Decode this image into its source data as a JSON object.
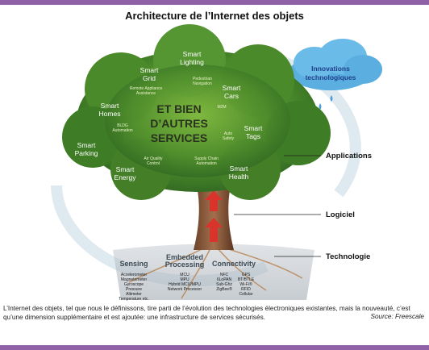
{
  "title": "Architecture de l’Internet des objets",
  "cloud_title_1": "Innovations",
  "cloud_title_2": "technologiques",
  "center_text": [
    "ET BIEN",
    "D’AUTRES",
    "SERVICES"
  ],
  "smart_items": [
    {
      "line1": "Smart",
      "line2": "Lighting"
    },
    {
      "line1": "Smart",
      "line2": "Grid"
    },
    {
      "line1": "Smart",
      "line2": "Cars"
    },
    {
      "line1": "Smart",
      "line2": "Homes"
    },
    {
      "line1": "Smart",
      "line2": "Tags"
    },
    {
      "line1": "Smart",
      "line2": "Parking"
    },
    {
      "line1": "Smart",
      "line2": "Energy"
    },
    {
      "line1": "Smart",
      "line2": "Health"
    }
  ],
  "small_items": [
    {
      "line1": "Pedestrian",
      "line2": "Navigation"
    },
    {
      "line1": "Remote Appliance",
      "line2": "Assistance"
    },
    {
      "line1": "M2M",
      "line2": ""
    },
    {
      "line1": "BLDG",
      "line2": "Automation"
    },
    {
      "line1": "Auto",
      "line2": "Safety"
    },
    {
      "line1": "Air Quality",
      "line2": "Control"
    },
    {
      "line1": "Supply Chain",
      "line2": "Automation"
    }
  ],
  "layer_labels": {
    "applications": "Applications",
    "logiciel": "Logiciel",
    "technologie": "Technologie"
  },
  "roots": {
    "sensing": {
      "title": "Sensing",
      "items": [
        "Accelerometer",
        "Magnetometer",
        "Gyroscope",
        "Pressure",
        "Altimeter",
        "Temperature etc."
      ]
    },
    "embedded": {
      "title_1": "Embedded",
      "title_2": "Processing",
      "items": [
        "MCU",
        "MPU",
        "Hybrid MCU/MPU",
        "Network Processor"
      ]
    },
    "connectivity": {
      "title": "Connectivity",
      "col1": [
        "NFC",
        "6LoPAN",
        "Sub-Ghz",
        "ZigBee®"
      ],
      "col2": [
        "GPS",
        "BT/BTLE",
        "Wi-Fi®",
        "RFID",
        "Cellular"
      ]
    }
  },
  "caption": "L’Internet des objets, tel que nous le définissons, tire parti de l’évolution des technologies électroniques existantes, mais la nouveauté, c’est qu’une dimension supplémentaire et est ajoutée: une infrastructure de services sécurisés.",
  "source": "Source: Freescale",
  "colors": {
    "accent_bar": "#8f61a7",
    "foliage_dark": "#2f6e22",
    "foliage_light": "#6fa83a",
    "cloud": "#4b9fd6",
    "trunk": "#8a5a3c"
  }
}
